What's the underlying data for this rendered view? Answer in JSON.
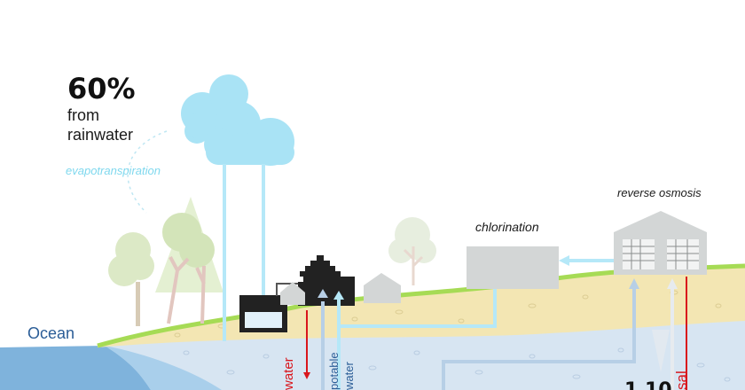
{
  "headline": {
    "percent": "60%",
    "line1": "from",
    "line2": "rainwater"
  },
  "labels": {
    "evapotranspiration": "evapotranspiration",
    "chlorination": "chlorination",
    "reverse_osmosis": "reverse osmosis",
    "ocean": "Ocean",
    "potable_line1": "potable",
    "potable_line2": "water",
    "wastewater_fragment": "water",
    "desal_fragment": "sal",
    "partial_number": "1 10"
  },
  "colors": {
    "cloud": "#a9e3f5",
    "water_pipe": "#b5e8f8",
    "potable_pipe": "#b7cfe6",
    "waste_pipe": "#d9161c",
    "ground_sand": "#f3e6b3",
    "grass": "#a6db55",
    "aquifer": "#d7e5f2",
    "ocean": "#7fb3dc",
    "tree": "#dce9c6",
    "house": "#222222",
    "building_grey": "#d3d6d6",
    "label_blue": "#2b5d97",
    "evap_text": "#7fd8ee"
  }
}
